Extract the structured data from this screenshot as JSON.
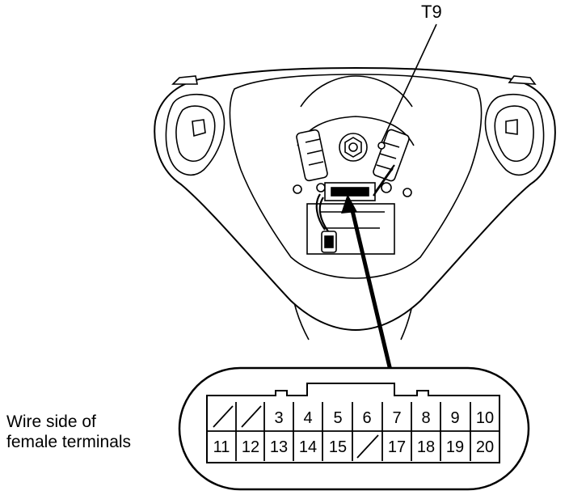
{
  "callout": "T9",
  "caption": {
    "line1": "Wire side of",
    "line2": "female terminals"
  },
  "connector": {
    "top_row": [
      "",
      "",
      "3",
      "4",
      "5",
      "6",
      "7",
      "8",
      "9",
      "10"
    ],
    "bottom_row": [
      "11",
      "12",
      "13",
      "14",
      "15",
      "",
      "17",
      "18",
      "19",
      "20"
    ],
    "unused_terminals": [
      "1",
      "2",
      "16"
    ]
  }
}
